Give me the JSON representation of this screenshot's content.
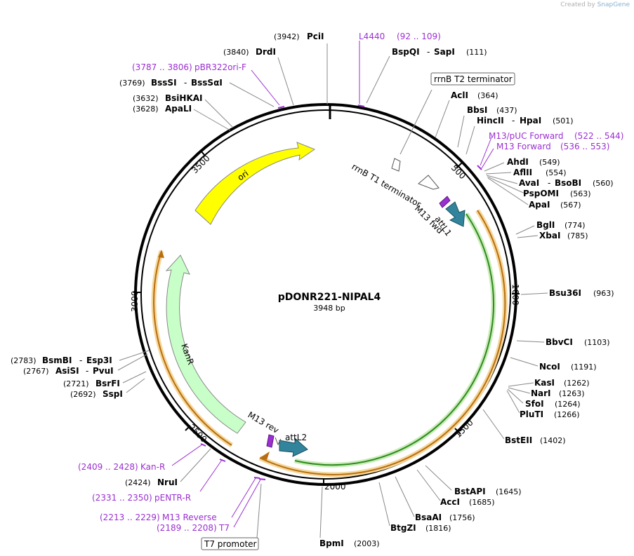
{
  "brand": {
    "created_by": "Created by",
    "name": "SnapGene"
  },
  "plasmid": {
    "name": "pDONR221-NIPAL4",
    "length": "3948 bp"
  },
  "ticks": [
    "500",
    "1000",
    "1500",
    "2000",
    "2500",
    "3000",
    "3500"
  ],
  "enzymes_right": [
    {
      "name": "PciI",
      "pos": "(3942)"
    },
    {
      "name": "BspQI",
      "alt": "SapI",
      "pos": "(111)"
    },
    {
      "name": "AclI",
      "pos": "(364)"
    },
    {
      "name": "BbsI",
      "pos": "(437)"
    },
    {
      "name": "HincII",
      "alt": "HpaI",
      "pos": "(501)"
    },
    {
      "name": "AhdI",
      "pos": "(549)"
    },
    {
      "name": "AflII",
      "pos": "(554)"
    },
    {
      "name": "AvaI",
      "alt": "BsoBI",
      "pos": "(560)"
    },
    {
      "name": "PspOMI",
      "pos": "(563)"
    },
    {
      "name": "ApaI",
      "pos": "(567)"
    },
    {
      "name": "BglI",
      "pos": "(774)"
    },
    {
      "name": "XbaI",
      "pos": "(785)"
    },
    {
      "name": "Bsu36I",
      "pos": "(963)"
    },
    {
      "name": "BbvCI",
      "pos": "(1103)"
    },
    {
      "name": "NcoI",
      "pos": "(1191)"
    },
    {
      "name": "KasI",
      "pos": "(1262)"
    },
    {
      "name": "NarI",
      "pos": "(1263)"
    },
    {
      "name": "SfoI",
      "pos": "(1264)"
    },
    {
      "name": "PluTI",
      "pos": "(1266)"
    },
    {
      "name": "BstEII",
      "pos": "(1402)"
    },
    {
      "name": "BstAPI",
      "pos": "(1645)"
    },
    {
      "name": "AccI",
      "pos": "(1685)"
    },
    {
      "name": "BsaAI",
      "pos": "(1756)"
    },
    {
      "name": "BtgZI",
      "pos": "(1816)"
    },
    {
      "name": "BpmI",
      "pos": "(2003)"
    }
  ],
  "enzymes_left": [
    {
      "name": "DrdI",
      "pos": "(3840)"
    },
    {
      "name": "BssSI",
      "alt": "BssSαI",
      "pos": "(3769)"
    },
    {
      "name": "BsiHKAI",
      "pos": "(3632)"
    },
    {
      "name": "ApaLI",
      "pos": "(3628)"
    },
    {
      "name": "BsmBI",
      "alt": "Esp3I",
      "pos": "(2783)"
    },
    {
      "name": "AsiSI",
      "alt": "PvuI",
      "pos": "(2767)"
    },
    {
      "name": "BsrFI",
      "pos": "(2721)"
    },
    {
      "name": "SspI",
      "pos": "(2692)"
    },
    {
      "name": "NruI",
      "pos": "(2424)"
    }
  ],
  "primers": [
    {
      "name": "L4440",
      "range": "(92 .. 109)"
    },
    {
      "name": "pBR322ori-F",
      "range": "(3787 .. 3806)"
    },
    {
      "name": "M13/pUC Forward",
      "range": "(522 .. 544)"
    },
    {
      "name": "M13 Forward",
      "range": "(536 .. 553)"
    },
    {
      "name": "Kan-R",
      "range": "(2409 .. 2428)"
    },
    {
      "name": "pENTR-R",
      "range": "(2331 .. 2350)"
    },
    {
      "name": "M13 Reverse",
      "range": "(2213 .. 2229)"
    },
    {
      "name": "T7",
      "range": "(2189 .. 2208)"
    }
  ],
  "boxed_features": {
    "rrnb_t2": "rrnB T2 terminator",
    "t7_promoter": "T7 promoter"
  },
  "features": {
    "rrnb_t1": "rrnB T1 terminator",
    "m13_fwd": "M13 fwd",
    "attl1": "attL1",
    "ori": "ori",
    "kanr": "KanR",
    "m13_rev": "M13 rev",
    "attl2": "attL2"
  },
  "colors": {
    "ori": "#ffff00",
    "kanr": "#c8ffc8",
    "att": "#31849b",
    "primer": "#9b2fd0",
    "orange": "#f0a030",
    "green": "#3fae2a"
  }
}
